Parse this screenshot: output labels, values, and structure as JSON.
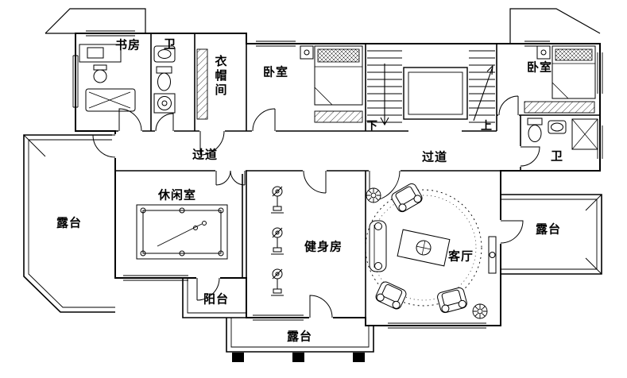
{
  "floorplan": {
    "labels": {
      "study": "书房",
      "bath_left": "卫",
      "cloakroom": "衣帽间",
      "bedroom_center": "卧室",
      "bedroom_right": "卧室",
      "bath_right": "卫",
      "corridor_left": "过道",
      "corridor_right": "过道",
      "stairs_down": "下",
      "stairs_up": "上",
      "terrace_left": "露台",
      "leisure_room": "休闲室",
      "gym": "健身房",
      "living_room": "客厅",
      "terrace_right": "露台",
      "balcony": "阳台",
      "terrace_bottom": "露台"
    },
    "colors": {
      "line": "#000000",
      "background": "#ffffff"
    }
  }
}
